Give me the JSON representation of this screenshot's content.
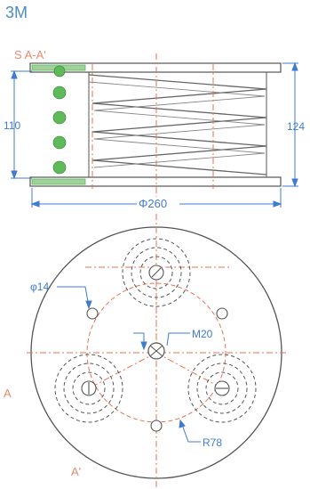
{
  "header": {
    "title": "3M"
  },
  "section_view": {
    "section_label": "S  A-A'",
    "height_left": "110",
    "height_right": "124",
    "width_dim": "Φ260"
  },
  "plan_view": {
    "hole_dim": "φ14",
    "thread_dim": "M20",
    "radius_dim": "R78",
    "cut_start": "A",
    "cut_end": "A'"
  },
  "colors": {
    "title": "#4d8dc4",
    "outline": "#555555",
    "centerline": "#e8724f",
    "dimension": "#3f7bd0",
    "damper_green": "#5fba5a",
    "damper_mesh": "#9fd19a"
  }
}
